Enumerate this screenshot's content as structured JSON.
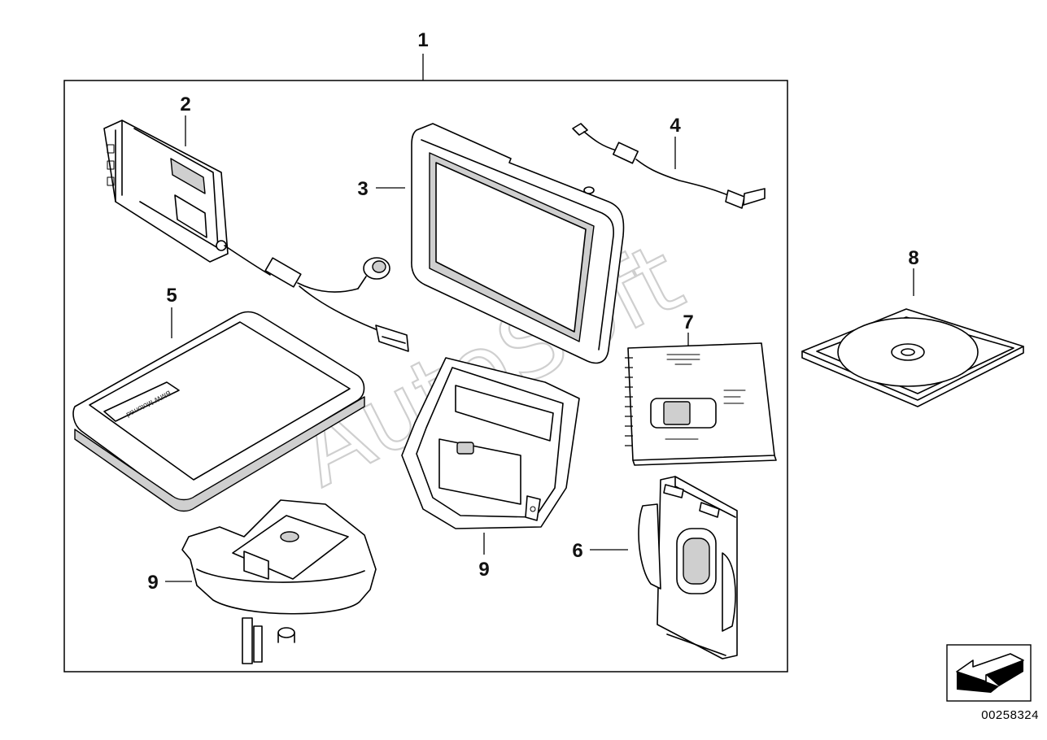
{
  "callouts": [
    "1",
    "2",
    "3",
    "4",
    "5",
    "7",
    "8",
    "9",
    "6",
    "9"
  ],
  "case_brand": "BMW Motorrad",
  "watermark": "AutoSoft",
  "part_number": "00258324",
  "icons": {
    "navigator": "navigator-icon",
    "cradle": "cradle-icon",
    "usb_cable": "usb-cable-icon",
    "case": "carry-case-icon",
    "manual": "manual-icon",
    "cd": "cd-icon",
    "mount_base": "mount-base-icon",
    "holder": "holder-icon",
    "clip": "clip-icon",
    "nav_arrow": "arrow-icon"
  }
}
